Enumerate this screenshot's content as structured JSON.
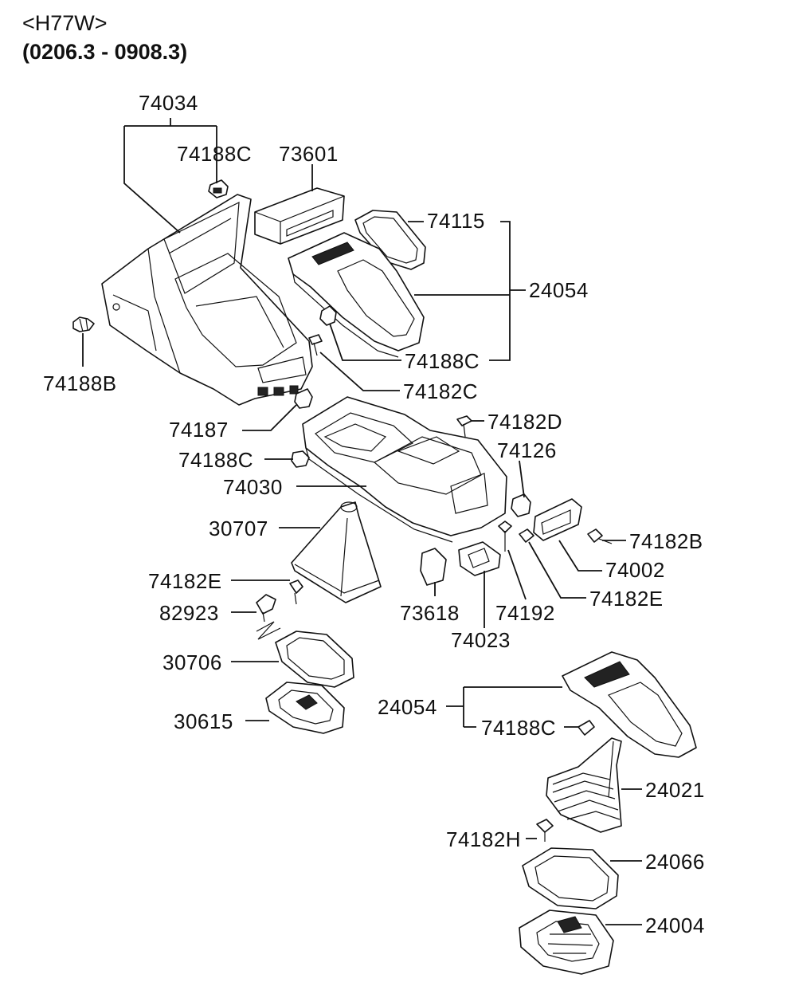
{
  "header": {
    "model": "<H77W>",
    "period": "(0206.3 - 0908.3)"
  },
  "labels": {
    "p74034": "74034",
    "p74188C_a": "74188C",
    "p73601": "73601",
    "p74115": "74115",
    "p24054_a": "24054",
    "p74188B": "74188B",
    "p74188C_b": "74188C",
    "p74182C": "74182C",
    "p74187": "74187",
    "p74182D": "74182D",
    "p74188C_c": "74188C",
    "p74126": "74126",
    "p74030": "74030",
    "p30707": "30707",
    "p74182B": "74182B",
    "p74002": "74002",
    "p74182E_a": "74182E",
    "p74182E_b": "74182E",
    "p82923": "82923",
    "p73618": "73618",
    "p74192": "74192",
    "p74023": "74023",
    "p30706": "30706",
    "p24054_b": "24054",
    "p30615": "30615",
    "p74188C_d": "74188C",
    "p24021": "24021",
    "p74182H": "74182H",
    "p24066": "24066",
    "p24004": "24004"
  }
}
